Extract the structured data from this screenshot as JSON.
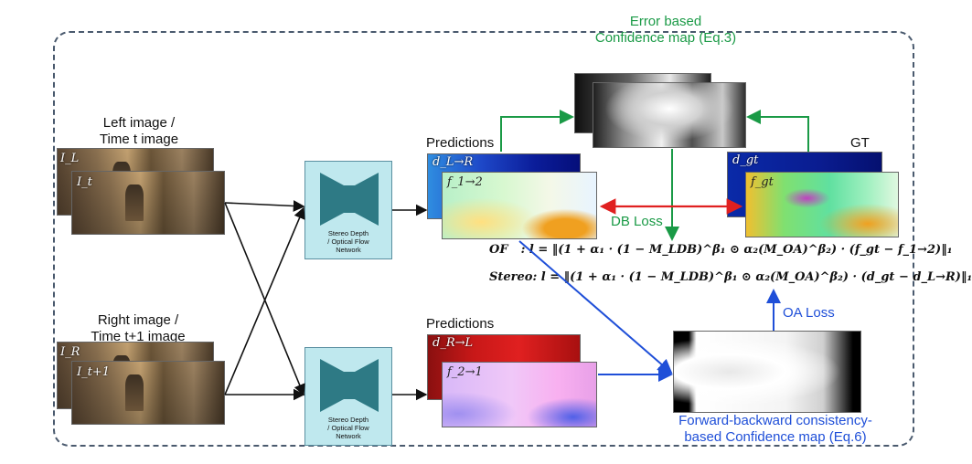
{
  "labels": {
    "left_image": "Left image /\nTime t image",
    "right_image": "Right image /\nTime t+1 image",
    "predictions_top": "Predictions",
    "predictions_bottom": "Predictions",
    "gt": "GT",
    "error_conf": "Error based\nConfidence map (Eq.3)",
    "db_loss": "DB Loss",
    "oa_loss": "OA Loss",
    "fb_conf": "Forward-backward consistency-\nbased Confidence map (Eq.6)"
  },
  "networks": {
    "top": "Stereo Depth\n/ Optical Flow\nNetwork",
    "bottom": "Stereo Depth\n/ Optical Flow\nNetwork"
  },
  "symbols": {
    "I_L": "I_L",
    "I_t": "I_t",
    "I_R": "I_R",
    "I_t1": "I_t+1",
    "d_LR": "d_L→R",
    "f_12": "f_1→2",
    "d_gt": "d_gt",
    "f_gt": "f_gt",
    "d_RL": "d_R→L",
    "f_21": "f_2→1"
  },
  "equations": {
    "of_label": "OF",
    "of_body": ": l = ‖(1 + α₁ · (1 − M_LDB)^β₁ ⊙ α₂(M_OA)^β₂) · (f_gt − f_1→2)‖₁",
    "stereo_label": "Stereo",
    "stereo_body": ": l = ‖(1 + α₁ · (1 − M_LDB)^β₁ ⊙ α₂(M_OA)^β₂) · (d_gt − d_L→R)‖₁"
  },
  "colors": {
    "green_arrow": "#1a9a46",
    "blue_arrow": "#1f4fd8",
    "red_arrow": "#e02020",
    "black_arrow": "#111111"
  }
}
